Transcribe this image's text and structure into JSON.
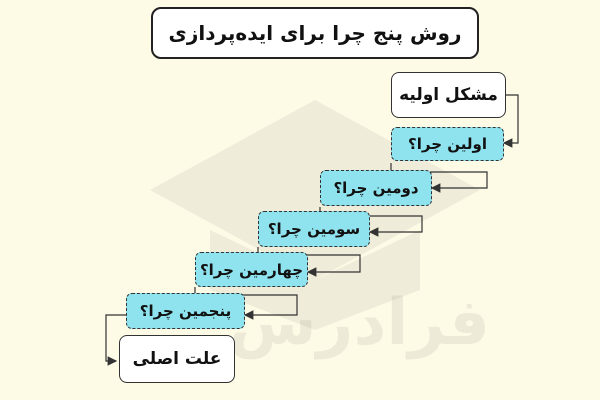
{
  "title": "روش پنج چرا برای ایده‌پردازی",
  "watermark": "فرادرس",
  "steps": [
    {
      "label": "مشکل اولیه",
      "style": "solid"
    },
    {
      "label": "اولین چرا؟",
      "style": "dashed"
    },
    {
      "label": "دومین چرا؟",
      "style": "dashed"
    },
    {
      "label": "سومین چرا؟",
      "style": "dashed"
    },
    {
      "label": "چهارمین چرا؟",
      "style": "dashed"
    },
    {
      "label": "پنجمین چرا؟",
      "style": "dashed"
    },
    {
      "label": "علت اصلی",
      "style": "solid"
    }
  ],
  "colors": {
    "background": "#fdfbe6",
    "dashed_fill": "#8fe3ef",
    "border": "#333333"
  }
}
